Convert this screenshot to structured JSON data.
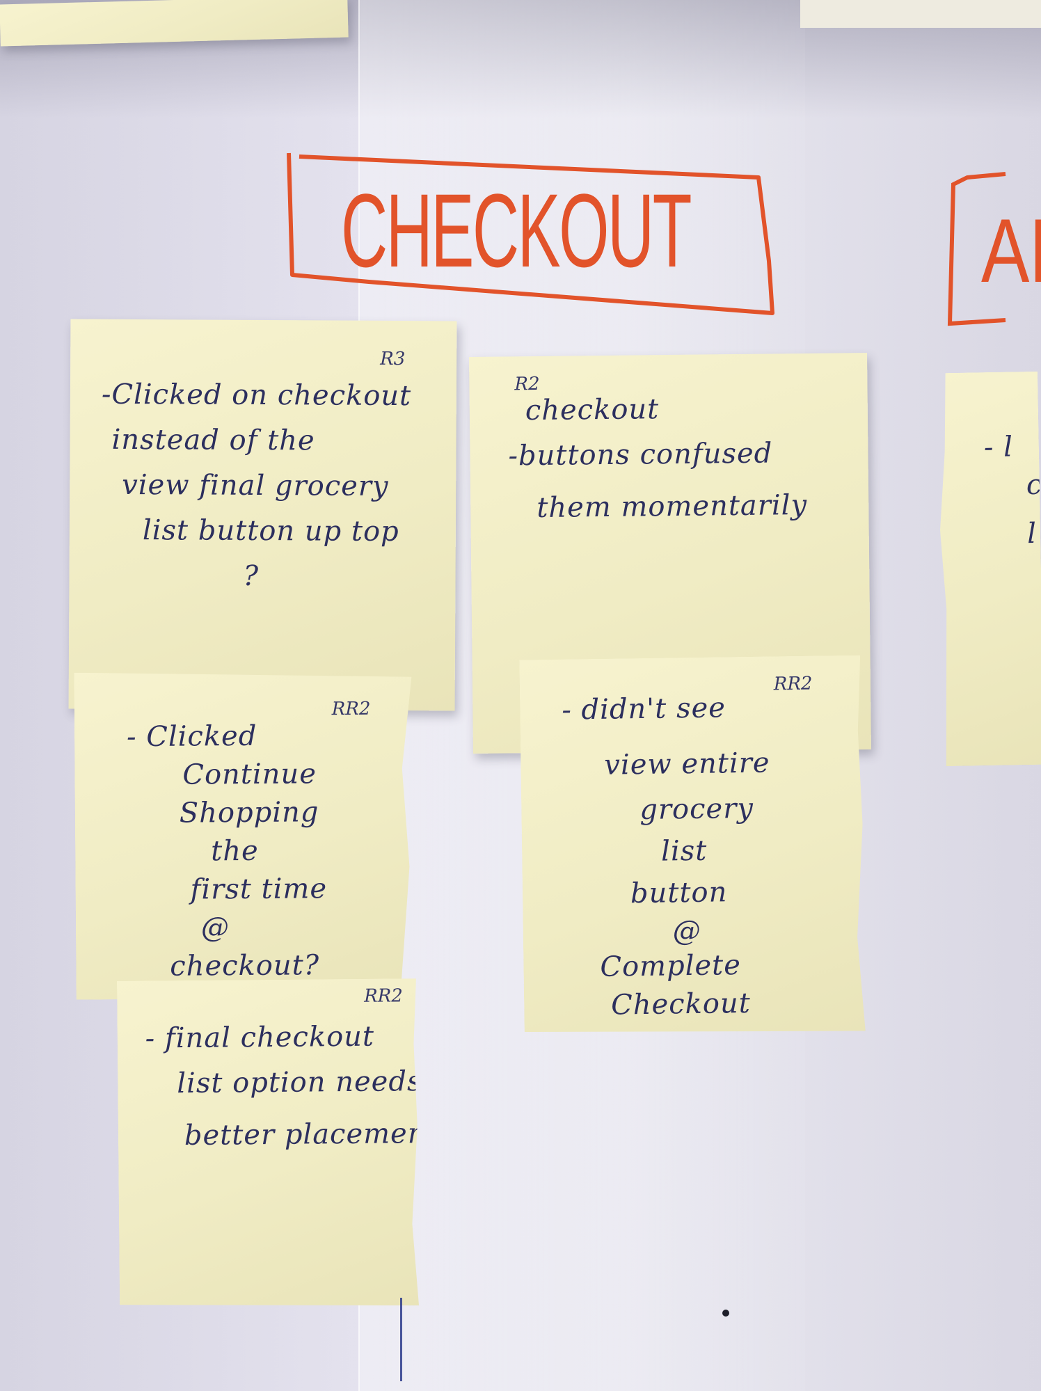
{
  "board": {
    "heading": "CHECKOUT",
    "heading_partial": "AL",
    "heading_color": "#e2532a",
    "note_color": "#f4f0c8",
    "ink_color": "#2c2f5e"
  },
  "notes": [
    {
      "tag": "R3",
      "lines": [
        "-Clicked on checkout",
        "instead of the",
        "view final grocery",
        "list button up top",
        "?"
      ]
    },
    {
      "tag": "R2",
      "lines": [
        "checkout",
        "-buttons confused",
        "them momentarily"
      ]
    },
    {
      "tag": "RR2",
      "lines": [
        "- Clicked",
        "Continue",
        "Shopping",
        "the",
        "first time",
        "@",
        "checkout?"
      ]
    },
    {
      "tag": "RR2",
      "lines": [
        "- didn't see",
        "view entire",
        "grocery",
        "list",
        "button",
        "@",
        "Complete",
        "Checkout"
      ]
    },
    {
      "tag": "RR2",
      "lines": [
        "- final checkout",
        "list option needs",
        "better placement"
      ]
    },
    {
      "tag": "",
      "lines": [
        "- l",
        "c",
        "l"
      ]
    }
  ]
}
